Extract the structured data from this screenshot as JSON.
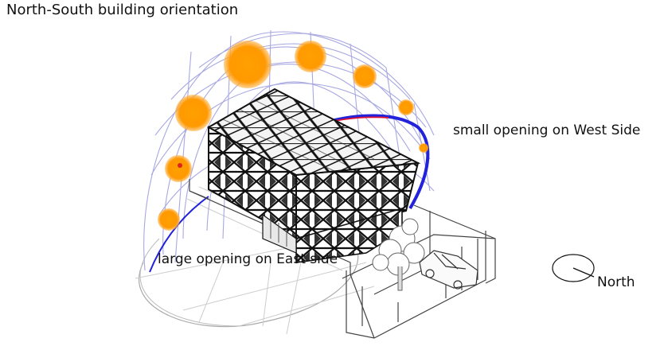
{
  "diagram": {
    "title": "North-South building orientation",
    "labels": {
      "west_opening": "small opening on West Side",
      "east_opening": "large opening on East side",
      "north": "North"
    },
    "colors": {
      "sun": "#ff9900",
      "sun_path": "#2222dd",
      "sun_path_accent": "#dd1133",
      "sky_dome": "#9999dd",
      "ground_lines": "#aaaaaa",
      "building": "#111111"
    }
  }
}
